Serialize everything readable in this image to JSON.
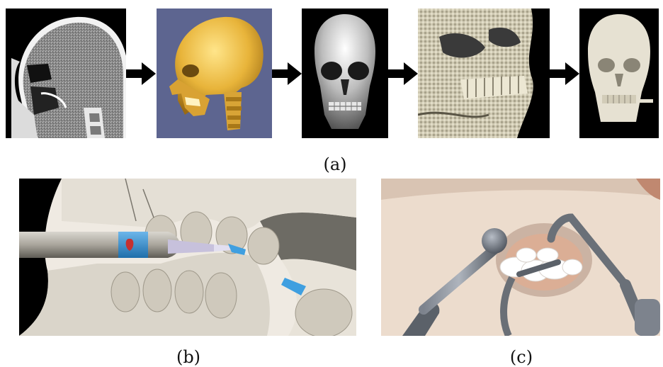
{
  "figure": {
    "captions": {
      "a": "(a)",
      "b": "(b)",
      "c": "(c)"
    },
    "pipeline_stages": [
      "ct-sagittal-slice",
      "segmented-skull-render",
      "surface-mesh-skull",
      "voxelized-skull-closeup",
      "voxel-skull-render"
    ],
    "colors": {
      "arrow": "#000000",
      "ct_background": "#000000",
      "render_background": "#5d6590",
      "bone_yellow": "#e8b43a",
      "bone_white": "#e6e1d2",
      "drill_tip_blue": "#3f9fe0",
      "tissue_pink": "#e8d6c8"
    }
  }
}
